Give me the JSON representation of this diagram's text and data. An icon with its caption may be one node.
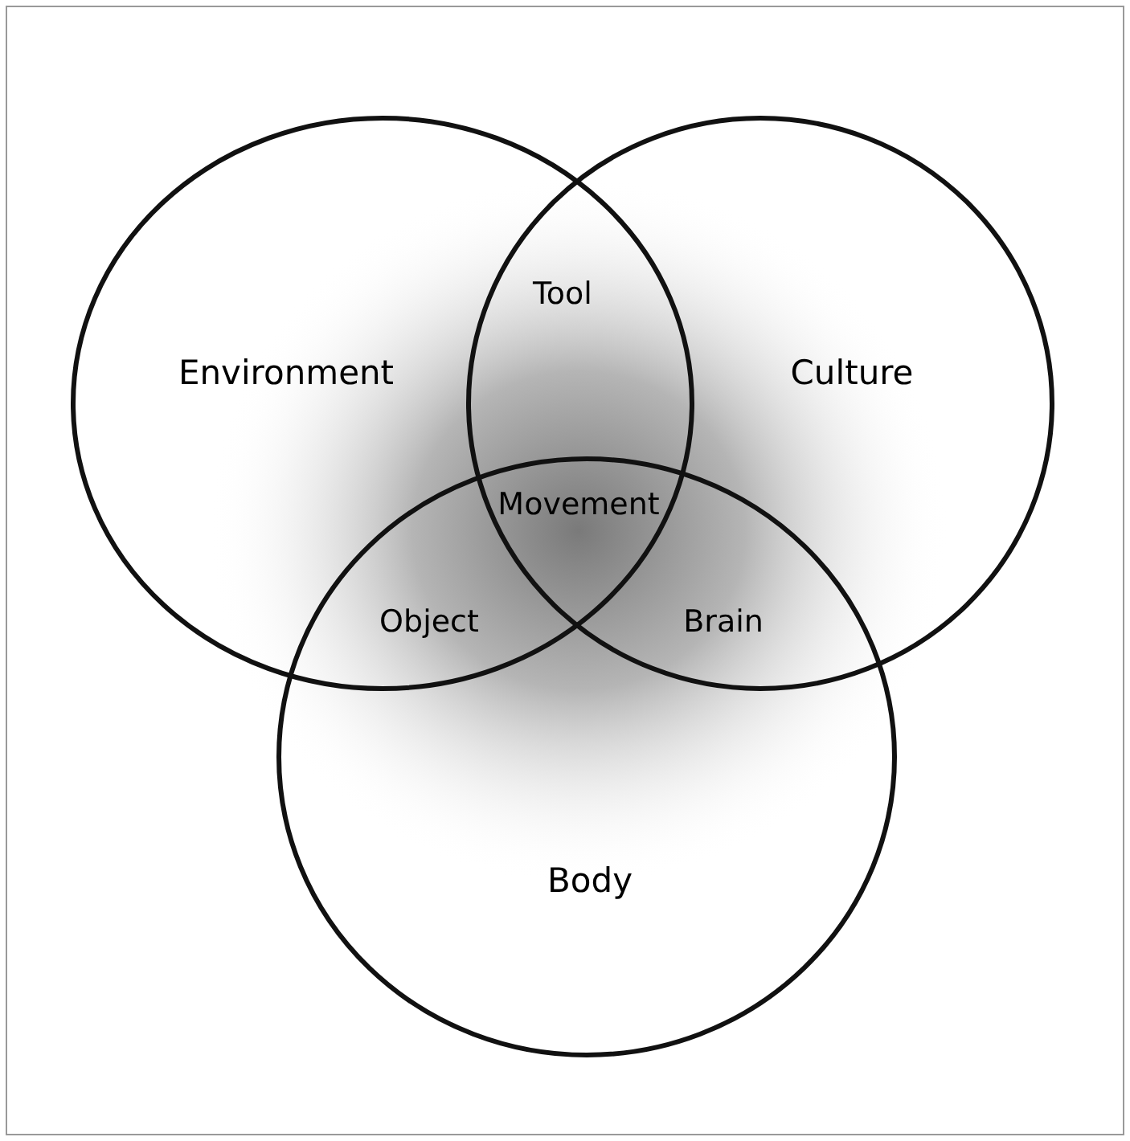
{
  "diagram": {
    "nodes": [
      {
        "text": [
          "Environment"
        ]
      },
      {
        "text": [
          "Culture"
        ]
      },
      {
        "text": [
          "Body"
        ]
      }
    ],
    "labels": [
      "Tool",
      "Movement",
      "Object",
      "Brain"
    ]
  }
}
